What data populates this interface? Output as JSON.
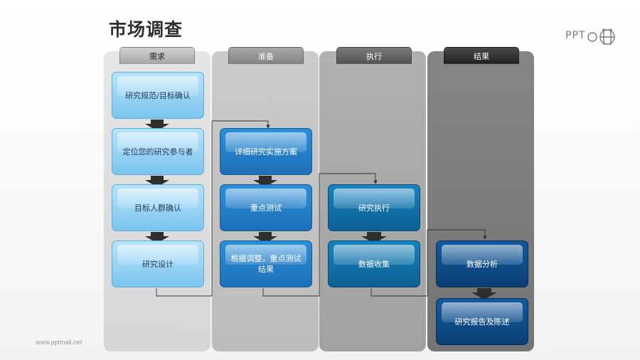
{
  "title": "市场调查",
  "logo_text": "PPT",
  "footer": "www.pptmall.net",
  "columns": [
    {
      "header": "需求",
      "boxes": [
        "研究规范/目标确认",
        "定位您的研究参与者",
        "目标人群确认",
        "研究设计"
      ]
    },
    {
      "header": "准备",
      "boxes": [
        "详细研究实施方案",
        "重点测试",
        "根据调整，重点测试结果"
      ]
    },
    {
      "header": "执行",
      "boxes": [
        "研究执行",
        "数据收集"
      ]
    },
    {
      "header": "结果",
      "boxes": [
        "数据分析",
        "研究报告及陈述"
      ]
    }
  ],
  "colors": {
    "col1_bg": "#dcdcdc",
    "col2_bg": "#c2c2c2",
    "col3_bg": "#a8a8a8",
    "col4_bg": "#7a7a7a",
    "stage1_box": "#8ccff3",
    "stage2_box": "#2a8ad3",
    "stage3_box": "#137cb6",
    "stage4_box": "#0e4e8a",
    "arrow": "#2a2a2a"
  }
}
